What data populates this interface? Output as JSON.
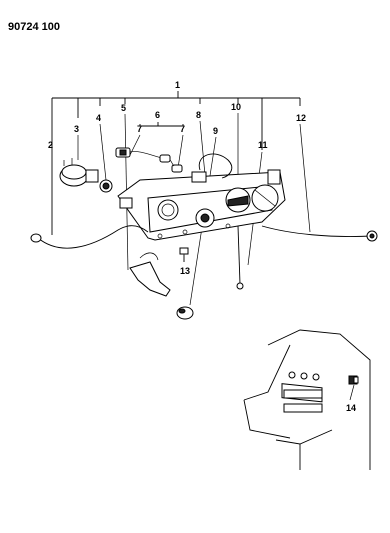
{
  "part_number": "90724 100",
  "callouts": {
    "c1": "1",
    "c2": "2",
    "c3": "3",
    "c4": "4",
    "c5": "5",
    "c6": "6",
    "c7a": "7",
    "c7b": "7",
    "c8": "8",
    "c9": "9",
    "c10": "10",
    "c11": "11",
    "c12": "12",
    "c13": "13",
    "c14": "14"
  }
}
